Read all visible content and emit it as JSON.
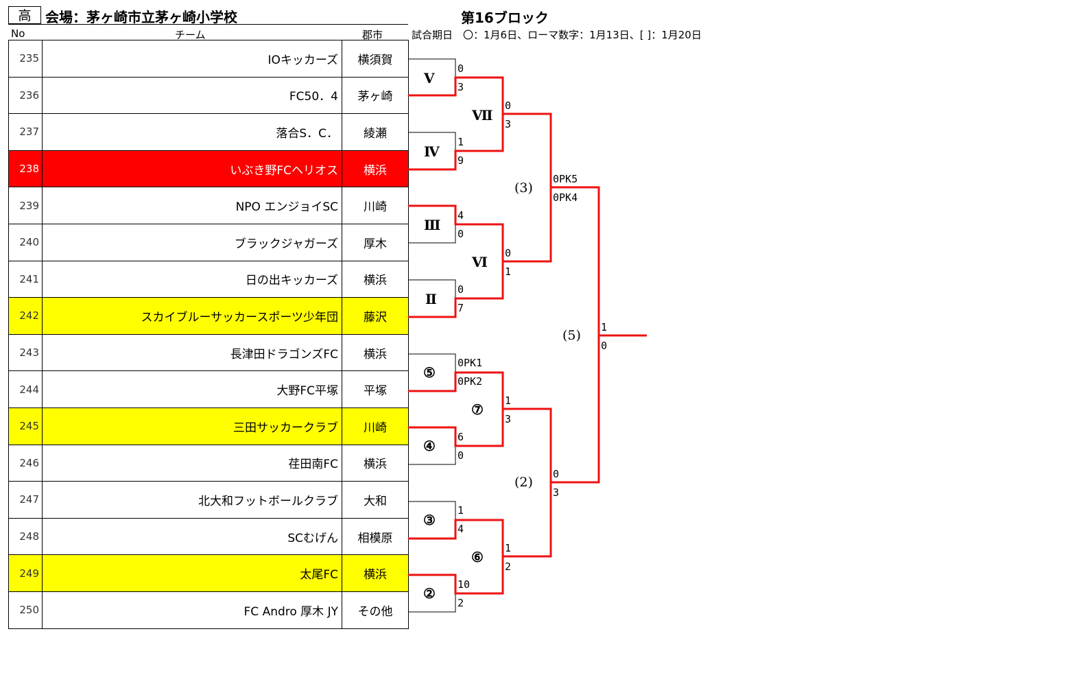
{
  "header": {
    "category_badge": "高",
    "venue": "会場：茅ヶ崎市立茅ヶ崎小学校",
    "block_title": "第16ブロック",
    "schedule_note": "試合期日　〇：1月6日、ローマ数字：1月13日、[ ]：1月20日",
    "columns": {
      "no": "No",
      "team": "チーム",
      "city": "郡市"
    }
  },
  "teams": [
    {
      "no": "235",
      "name": "IOキッカーズ",
      "city": "横須賀",
      "highlight": ""
    },
    {
      "no": "236",
      "name": "FC50．4",
      "city": "茅ヶ崎",
      "highlight": ""
    },
    {
      "no": "237",
      "name": "落合S．C．",
      "city": "綾瀬",
      "highlight": ""
    },
    {
      "no": "238",
      "name": "いぶき野FCヘリオス",
      "city": "横浜",
      "highlight": "red"
    },
    {
      "no": "239",
      "name": "NPO エンジョイSC",
      "city": "川崎",
      "highlight": ""
    },
    {
      "no": "240",
      "name": "ブラックジャガーズ",
      "city": "厚木",
      "highlight": ""
    },
    {
      "no": "241",
      "name": "日の出キッカーズ",
      "city": "横浜",
      "highlight": ""
    },
    {
      "no": "242",
      "name": "スカイブルーサッカースポーツ少年団",
      "city": "藤沢",
      "highlight": "yellow"
    },
    {
      "no": "243",
      "name": "長津田ドラゴンズFC",
      "city": "横浜",
      "highlight": ""
    },
    {
      "no": "244",
      "name": "大野FC平塚",
      "city": "平塚",
      "highlight": ""
    },
    {
      "no": "245",
      "name": "三田サッカークラブ",
      "city": "川崎",
      "highlight": "yellow"
    },
    {
      "no": "246",
      "name": "荏田南FC",
      "city": "横浜",
      "highlight": ""
    },
    {
      "no": "247",
      "name": "北大和フットボールクラブ",
      "city": "大和",
      "highlight": ""
    },
    {
      "no": "248",
      "name": "SCむげん",
      "city": "相模原",
      "highlight": ""
    },
    {
      "no": "249",
      "name": "太尾FC",
      "city": "横浜",
      "highlight": "yellow"
    },
    {
      "no": "250",
      "name": "FC Andro 厚木 JY",
      "city": "その他",
      "highlight": ""
    }
  ],
  "matches": {
    "m_V": {
      "label": "Ⅴ",
      "top_score": "0",
      "bottom_score": "3"
    },
    "m_IV": {
      "label": "Ⅳ",
      "top_score": "1",
      "bottom_score": "9"
    },
    "m_III": {
      "label": "Ⅲ",
      "top_score": "4",
      "bottom_score": "0"
    },
    "m_II": {
      "label": "Ⅱ",
      "top_score": "0",
      "bottom_score": "7"
    },
    "m_5": {
      "label": "⑤",
      "top_score": "0PK1",
      "bottom_score": "0PK2"
    },
    "m_4": {
      "label": "④",
      "top_score": "6",
      "bottom_score": "0"
    },
    "m_3": {
      "label": "③",
      "top_score": "1",
      "bottom_score": "4"
    },
    "m_2": {
      "label": "②",
      "top_score": "10",
      "bottom_score": "2"
    },
    "m_VII": {
      "label": "Ⅶ",
      "top_score": "0",
      "bottom_score": "3"
    },
    "m_VI": {
      "label": "Ⅵ",
      "top_score": "0",
      "bottom_score": "1"
    },
    "m_7": {
      "label": "⑦",
      "top_score": "1",
      "bottom_score": "3"
    },
    "m_6": {
      "label": "⑥",
      "top_score": "1",
      "bottom_score": "2"
    },
    "r_3": {
      "label": "(3)",
      "top_score": "0PK5",
      "bottom_score": "0PK4"
    },
    "r_2": {
      "label": "(2)",
      "top_score": "0",
      "bottom_score": "3"
    },
    "r_5": {
      "label": "(5)",
      "top_score": "1",
      "bottom_score": "0"
    }
  },
  "colors": {
    "win_line": "#ee1111",
    "lose_line": "#000000",
    "red_fill": "#ff0000",
    "yellow_fill": "#ffff00"
  }
}
